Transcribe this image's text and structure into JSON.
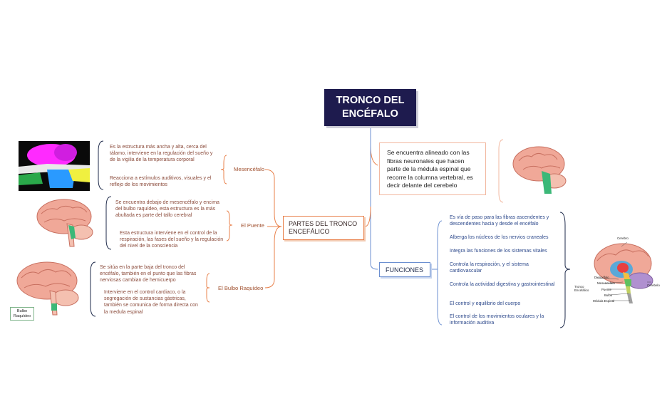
{
  "root": {
    "line1": "TRONCO DEL",
    "line2": "ENCÉFALO"
  },
  "description": "Se encuentra alineado con las fibras neuronales que hacen parte de la médula espinal que recorre la columna vertebral, es decir delante del cerebelo",
  "partes": {
    "label": "PARTES DEL TRONCO ENCEFÁLICO",
    "mesencefalo": {
      "label": "Mesencéfalo",
      "items": [
        "Es la estructura más ancha y alta, cerca del tálamo, interviene en la regulación del sueño y de la vigilia  de la temperatura corporal",
        "Reacciona a estímulos auditivos, visuales y el reflejo de los movimientos"
      ]
    },
    "puente": {
      "label": "El Puente",
      "items": [
        "Se encuentra debajo de mesencéfalo y encima del bulbo raquídeo, esta estructura es la más abultada es parte del tallo cerebral",
        "Esta estructura interviene en el control de la respiración, las fases del sueño y la regulación del nivel de la consciencia"
      ]
    },
    "bulbo": {
      "label": "El Bulbo Raquídeo",
      "items": [
        "Se sitúa en la parte baja del tronco del encéfalo, también en el punto que las fibras nerviosas cambian de hemicuerpo",
        "Interviene en el control cardiaco, o la segregación de sustancias gástricas, también se comunica de forma directa con la medula espinal"
      ],
      "image_tag": {
        "line1": "Bulbo",
        "line2": "Raquídeo"
      }
    }
  },
  "funciones": {
    "label": "FUNCIONES",
    "items": [
      "Es vía de paso para las fibras ascendentes y descendentes hacia y desde el encéfalo",
      "Alberga los núcleos de los nervios craneales",
      "Integra las funciones de los sistemas vitales",
      "Controla la respiración, y el sistema cardiovascular",
      "Controla la actividad digestiva y gastrointestinal",
      "El control y equilibrio del cuerpo",
      "El control de los movimientos oculares y la información auditiva"
    ]
  },
  "brain_diagram": {
    "cerebro": "Cerebro",
    "diencefalo": "Diencéfalo",
    "mesencefalo": "Mesencéfalo",
    "puente": "Puente",
    "bulbo": "Bulbo",
    "medula": "Médula Espinal",
    "cerebelo": "Cerebelo",
    "tronco_line1": "Tronco",
    "tronco_line2": "Encefálico"
  },
  "colors": {
    "root_bg": "#1e1b4e",
    "orange": "#e8804a",
    "blue": "#6b8fd0",
    "navy": "#1e2a4a",
    "brain_pink": "#f0a898",
    "brainstem_green": "#3cb878"
  }
}
